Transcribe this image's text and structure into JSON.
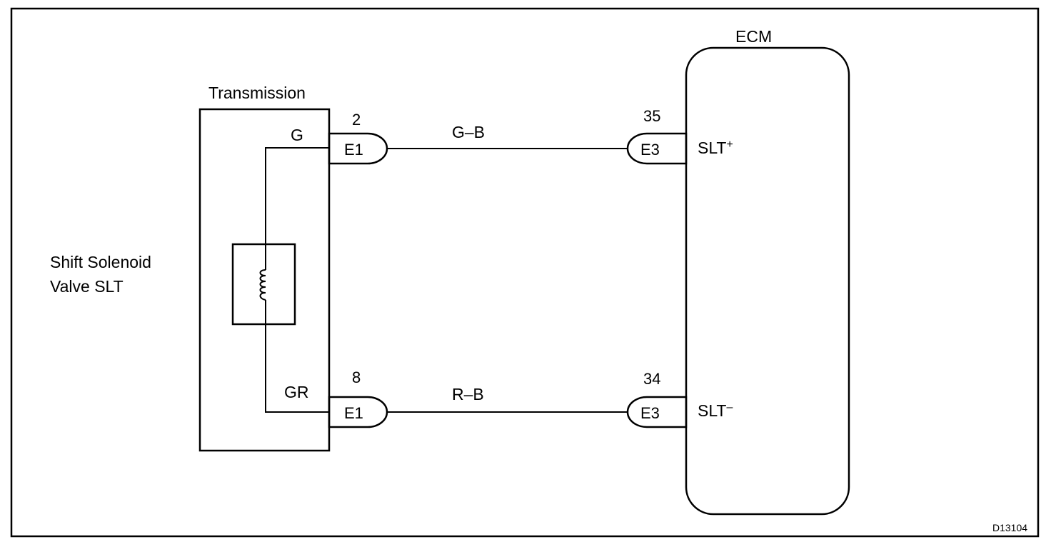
{
  "labels": {
    "transmission": "Transmission",
    "ecm": "ECM",
    "solenoid_line1": "Shift Solenoid",
    "solenoid_line2": "Valve SLT",
    "figure_code": "D13104"
  },
  "connectors": {
    "e1_top": {
      "name": "E1",
      "pin": "2"
    },
    "e1_bottom": {
      "name": "E1",
      "pin": "8"
    },
    "e3_top": {
      "name": "E3",
      "pin": "35"
    },
    "e3_bottom": {
      "name": "E3",
      "pin": "34"
    }
  },
  "wires": {
    "top_internal": "G",
    "bottom_internal": "GR",
    "top_harness": "G–B",
    "bottom_harness": "R–B"
  },
  "ecm_terminals": {
    "top_base": "SLT",
    "top_sign": "+",
    "bottom_base": "SLT",
    "bottom_sign": "–"
  }
}
